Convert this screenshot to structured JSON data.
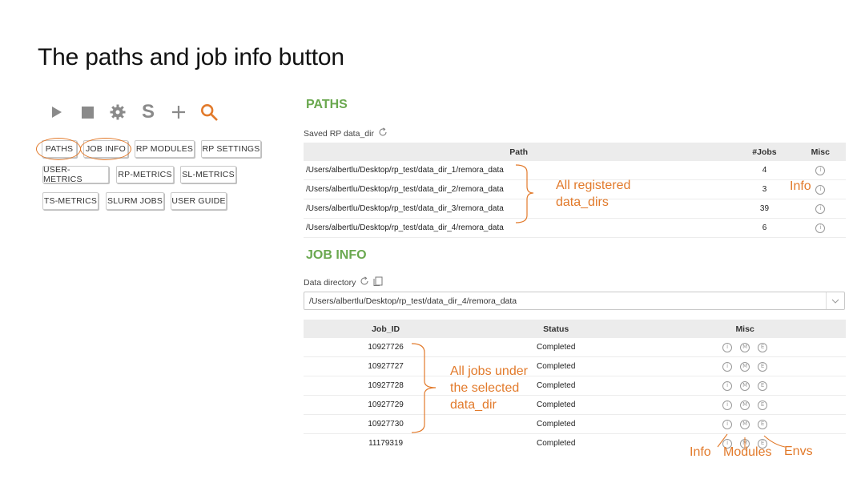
{
  "slide_title": "The paths and job info button",
  "buttons": {
    "row1": [
      "PATHS",
      "JOB INFO",
      "RP MODULES",
      "RP SETTINGS"
    ],
    "row2": [
      "USER-METRICS",
      "RP-METRICS",
      "SL-METRICS"
    ],
    "row3": [
      "TS-METRICS",
      "SLURM JOBS",
      "USER GUIDE"
    ]
  },
  "toolbar": {
    "icons": [
      "play-icon",
      "stop-icon",
      "gear-icon",
      "s-icon",
      "plus-icon",
      "search-icon"
    ],
    "s_label": "S",
    "accent": "#e27a2b"
  },
  "paths": {
    "title": "PATHS",
    "saved_label": "Saved RP data_dir",
    "columns": [
      "Path",
      "#Jobs",
      "Misc"
    ],
    "rows": [
      {
        "path": "/Users/albertlu/Desktop/rp_test/data_dir_1/remora_data",
        "jobs": "4"
      },
      {
        "path": "/Users/albertlu/Desktop/rp_test/data_dir_2/remora_data",
        "jobs": "3"
      },
      {
        "path": "/Users/albertlu/Desktop/rp_test/data_dir_3/remora_data",
        "jobs": "39"
      },
      {
        "path": "/Users/albertlu/Desktop/rp_test/data_dir_4/remora_data",
        "jobs": "6"
      }
    ]
  },
  "job_info": {
    "title": "JOB INFO",
    "data_dir_label": "Data directory",
    "selected_dir": "/Users/albertlu/Desktop/rp_test/data_dir_4/remora_data",
    "columns": [
      "Job_ID",
      "Status",
      "Misc"
    ],
    "rows": [
      {
        "id": "10927726",
        "status": "Completed"
      },
      {
        "id": "10927727",
        "status": "Completed"
      },
      {
        "id": "10927728",
        "status": "Completed"
      },
      {
        "id": "10927729",
        "status": "Completed"
      },
      {
        "id": "10927730",
        "status": "Completed"
      },
      {
        "id": "11179319",
        "status": "Completed"
      }
    ],
    "misc_glyphs": [
      "i",
      "M",
      "E"
    ]
  },
  "annotations": {
    "registered_line1": "All registered",
    "registered_line2": "data_dirs",
    "info": "Info",
    "jobs_line1": "All jobs under",
    "jobs_line2": "the selected",
    "jobs_line3": "data_dir",
    "bottom_info": "Info",
    "bottom_modules": "Modules",
    "bottom_envs": "Envs"
  }
}
